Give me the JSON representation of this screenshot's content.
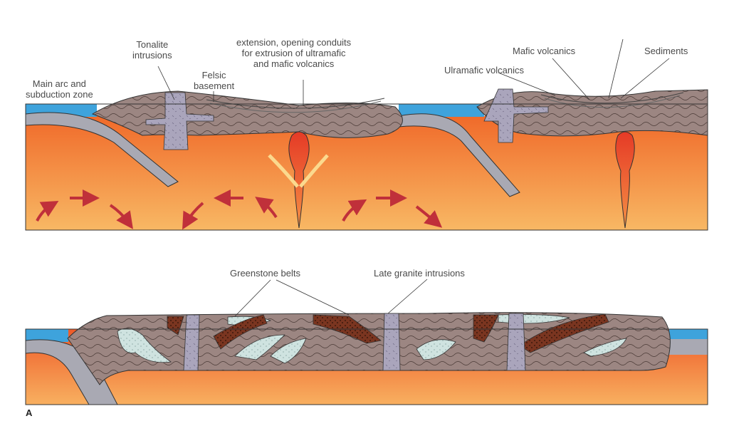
{
  "figure": {
    "panel_letter": "A",
    "top_panel": {
      "labels": {
        "main_arc": [
          "Main arc and",
          "subduction zone"
        ],
        "tonalite": [
          "Tonalite",
          "intrusions"
        ],
        "felsic": [
          "Felsic",
          "basement"
        ],
        "extension": [
          "extension, opening conduits",
          "for extrusion of ultramafic",
          "and mafic volcanics"
        ],
        "mafic_volcanics": "Mafic volcanics",
        "ultramafic_volcanics": "Ulramafic volcanics",
        "sediments": "Sediments"
      }
    },
    "bottom_panel": {
      "labels": {
        "greenstone_belts": "Greenstone belts",
        "late_granite": "Late granite intrusions"
      }
    },
    "colors": {
      "ocean": "#3ea3dc",
      "slab": "#a9a9b3",
      "crust": "#9c8682",
      "tonalite": "#a9a4bb",
      "mantle_top": "#f06a2a",
      "mantle_bottom": "#f7b45a",
      "plume": "#e8452a",
      "greenstone": "#cfe3e0",
      "sediment": "#7a3520",
      "arrow": "#c0303a"
    }
  }
}
